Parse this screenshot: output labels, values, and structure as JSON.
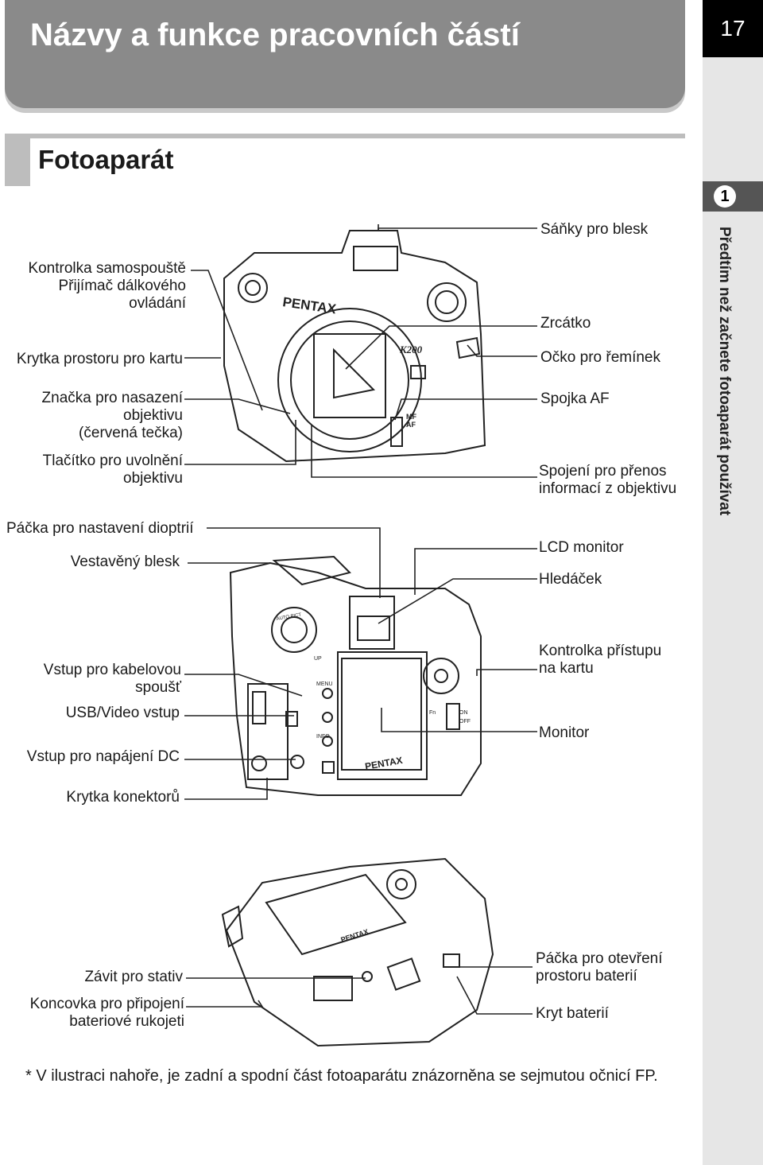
{
  "header": {
    "title": "Názvy a funkce pracovních částí",
    "page_number": "17"
  },
  "sidebar": {
    "chapter_number": "1",
    "chapter_title": "Předtím než začnete fotoaparát používat"
  },
  "section": {
    "title": "Fotoaparát"
  },
  "camera_print": {
    "brand": "PENTAX",
    "model": "K200",
    "mf": "MF",
    "af": "AF",
    "on": "ON",
    "off": "OFF",
    "menu": "MENU",
    "info": "INFO",
    "fn": "Fn",
    "up": "UP",
    "auto_pict": "AUTO PICT"
  },
  "front_left": {
    "self_timer": [
      "Kontrolka samospouště",
      "Přijímač dálkového",
      "ovládání"
    ],
    "card_cover": "Krytka prostoru pro kartu",
    "mount_index": [
      "Značka pro nasazení",
      "objektivu",
      "(červená tečka)"
    ],
    "lens_release": [
      "Tlačítko pro uvolnění",
      "objektivu"
    ]
  },
  "front_right": {
    "hot_shoe": "Sáňky pro blesk",
    "mirror": "Zrcátko",
    "strap_lug": "Očko pro řemínek",
    "af_coupler": "Spojka AF",
    "lens_contacts": [
      "Spojení pro přenos",
      "informací z objektivu"
    ]
  },
  "back_left": {
    "diopter": "Páčka pro nastavení dioptrií",
    "flash": "Vestavěný blesk",
    "cable_release": [
      "Vstup pro kabelovou",
      "spoušť"
    ],
    "usb_video": "USB/Video vstup",
    "dc_input": "Vstup pro napájení DC",
    "terminal_cover": "Krytka konektorů"
  },
  "back_right": {
    "lcd": "LCD monitor",
    "viewfinder": "Hledáček",
    "card_access": [
      "Kontrolka přístupu",
      "na kartu"
    ],
    "monitor": "Monitor"
  },
  "bottom_left": {
    "tripod": "Závit pro stativ",
    "grip_terminal": [
      "Koncovka pro připojení",
      "bateriové rukojeti"
    ]
  },
  "bottom_right": {
    "battery_lever": [
      "Páčka pro otevření",
      "prostoru baterií"
    ],
    "battery_cover": "Kryt baterií"
  },
  "footnote": "* V ilustraci nahoře, je zadní a spodní část fotoaparátu znázorněna se sejmutou očnicí FP."
}
